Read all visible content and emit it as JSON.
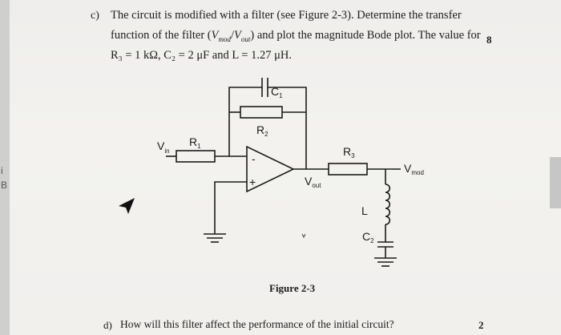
{
  "sidebar_marks": [
    "i",
    "B"
  ],
  "question_c": {
    "label": "c)",
    "line1": "The circuit is modified with a filter (see Figure 2-3). Determine the transfer",
    "line2a": "function of the filter (",
    "v_mod_main": "V",
    "v_mod_sub": "mod",
    "slash": "/",
    "v_out_main": "V",
    "v_out_sub": "out",
    "line2b": ") and plot the magnitude Bode plot. The value for",
    "line3": "R₃ = 1 kΩ, C₂ = 2 μF and L = 1.27 μH.",
    "marks": "8"
  },
  "figure": {
    "caption": "Figure 2-3",
    "labels": {
      "c1_main": "C",
      "c1_sub": "1",
      "r2_main": "R",
      "r2_sub": "2",
      "r1_main": "R",
      "r1_sub": "1",
      "vin_main": "V",
      "vin_sub": "in",
      "r3_main": "R",
      "r3_sub": "3",
      "vmod_main": "V",
      "vmod_sub": "mod",
      "vout_main": "V",
      "vout_sub": "out",
      "minus": "-",
      "plus": "+",
      "l_main": "L",
      "c2_main": "C",
      "c2_sub": "2"
    }
  },
  "question_d": {
    "label": "d)",
    "text": "How will this filter affect the performance of the initial circuit?",
    "marks": "2"
  }
}
